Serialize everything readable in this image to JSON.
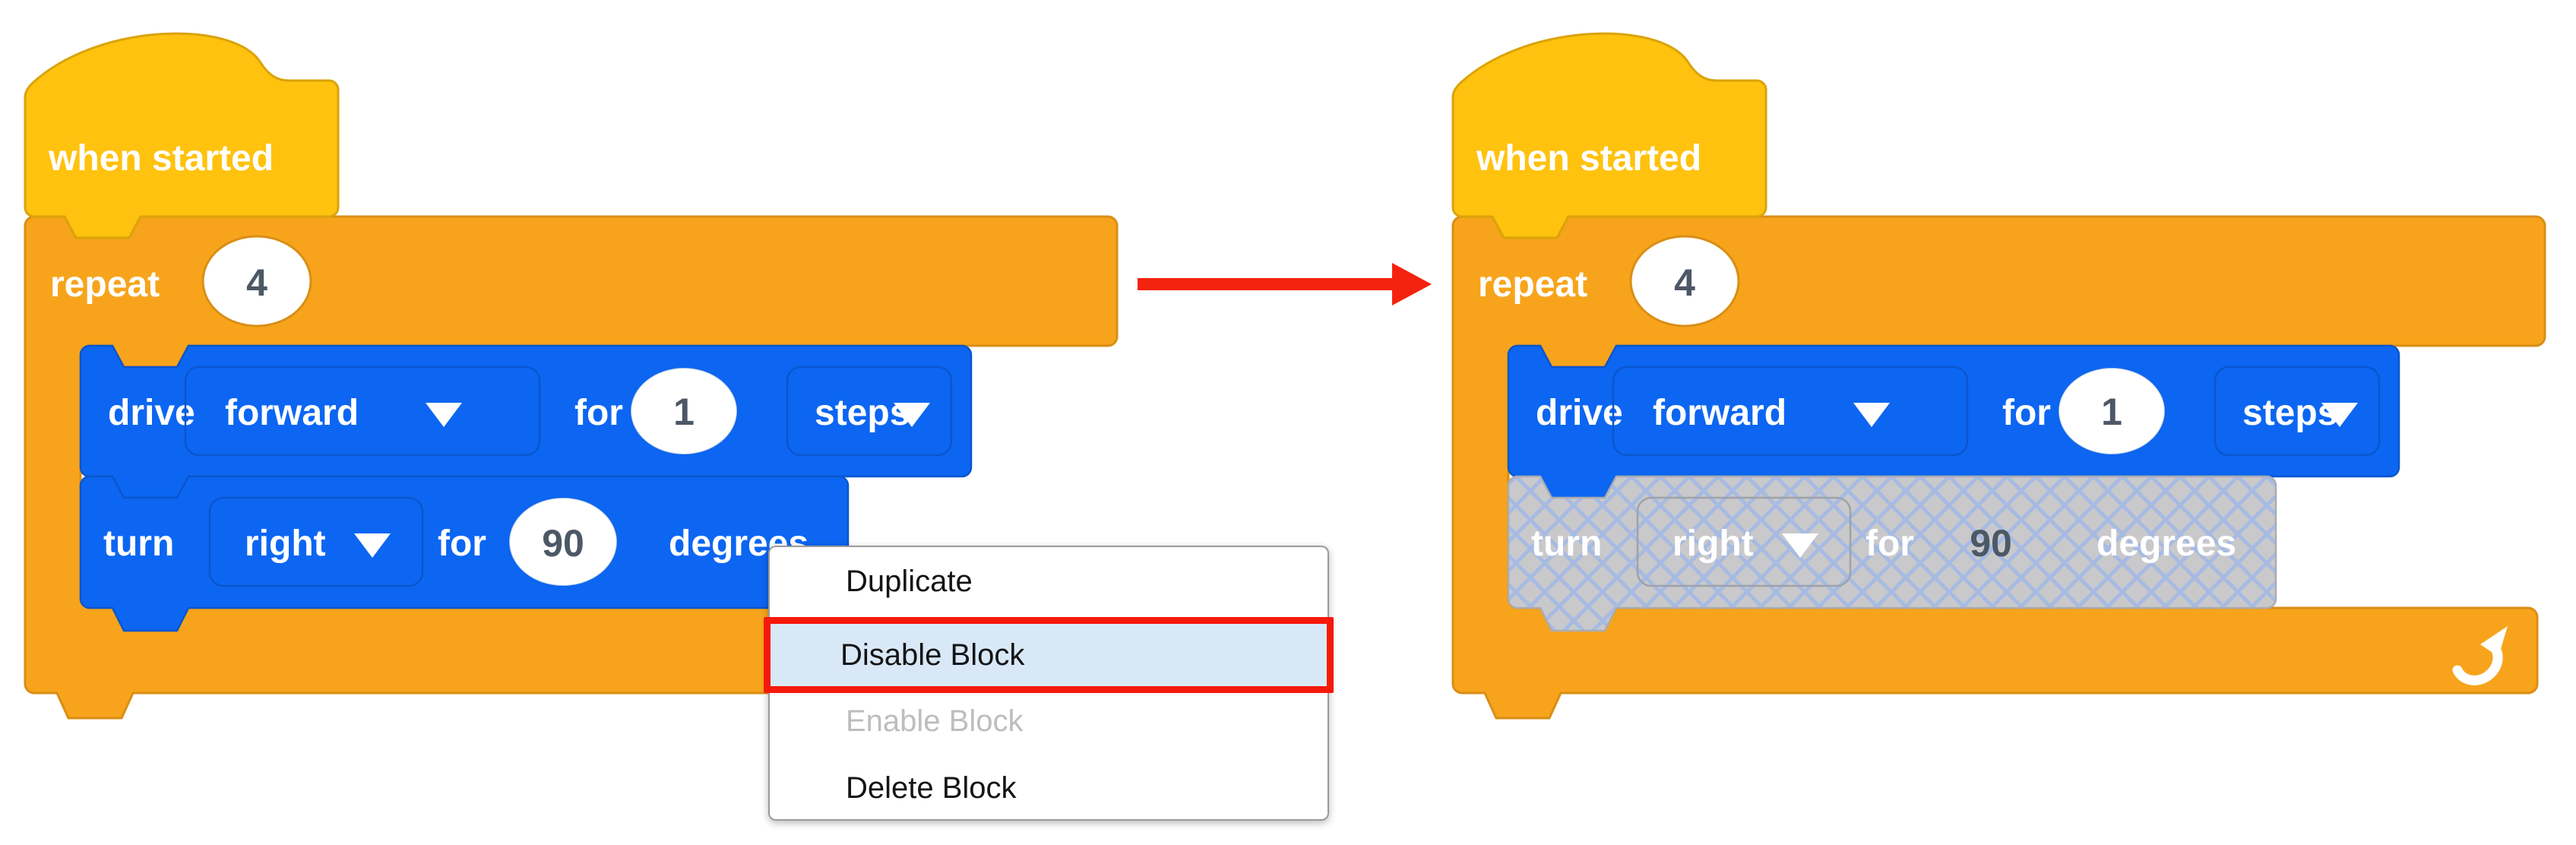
{
  "colors": {
    "hat_yellow": "#FFC20E",
    "hat_border": "#DAA30A",
    "control_orange": "#F7A41C",
    "control_border": "#D98E15",
    "motion_blue": "#0C66F2",
    "motion_border": "#0A56CC",
    "disabled_gray": "#C9C9CB",
    "disabled_hatch_line": "#A7BBE2",
    "disabled_border": "#ABACB2",
    "value_text": "#4D5866",
    "menu_highlight_bg": "#D9E8F7",
    "menu_highlight_border": "#F5190A",
    "menu_disabled_text": "#BDBDBD",
    "arrow_red": "#F3230F"
  },
  "left_script": {
    "hat_label": "when started",
    "repeat_label": "repeat",
    "repeat_count": "4",
    "drive": {
      "verb": "drive",
      "direction": "forward",
      "for": "for",
      "value": "1",
      "unit": "steps"
    },
    "turn": {
      "verb": "turn",
      "direction": "right",
      "for": "for",
      "value": "90",
      "unit": "degrees"
    }
  },
  "right_script": {
    "hat_label": "when started",
    "repeat_label": "repeat",
    "repeat_count": "4",
    "drive": {
      "verb": "drive",
      "direction": "forward",
      "for": "for",
      "value": "1",
      "unit": "steps"
    },
    "turn": {
      "verb": "turn",
      "direction": "right",
      "for": "for",
      "value": "90",
      "unit": "degrees",
      "state": "disabled"
    }
  },
  "context_menu": {
    "items": [
      {
        "label": "Duplicate"
      },
      {
        "label": "Disable Block",
        "highlighted": true
      },
      {
        "label": "Enable Block",
        "disabled": true
      },
      {
        "label": "Delete Block"
      }
    ]
  }
}
